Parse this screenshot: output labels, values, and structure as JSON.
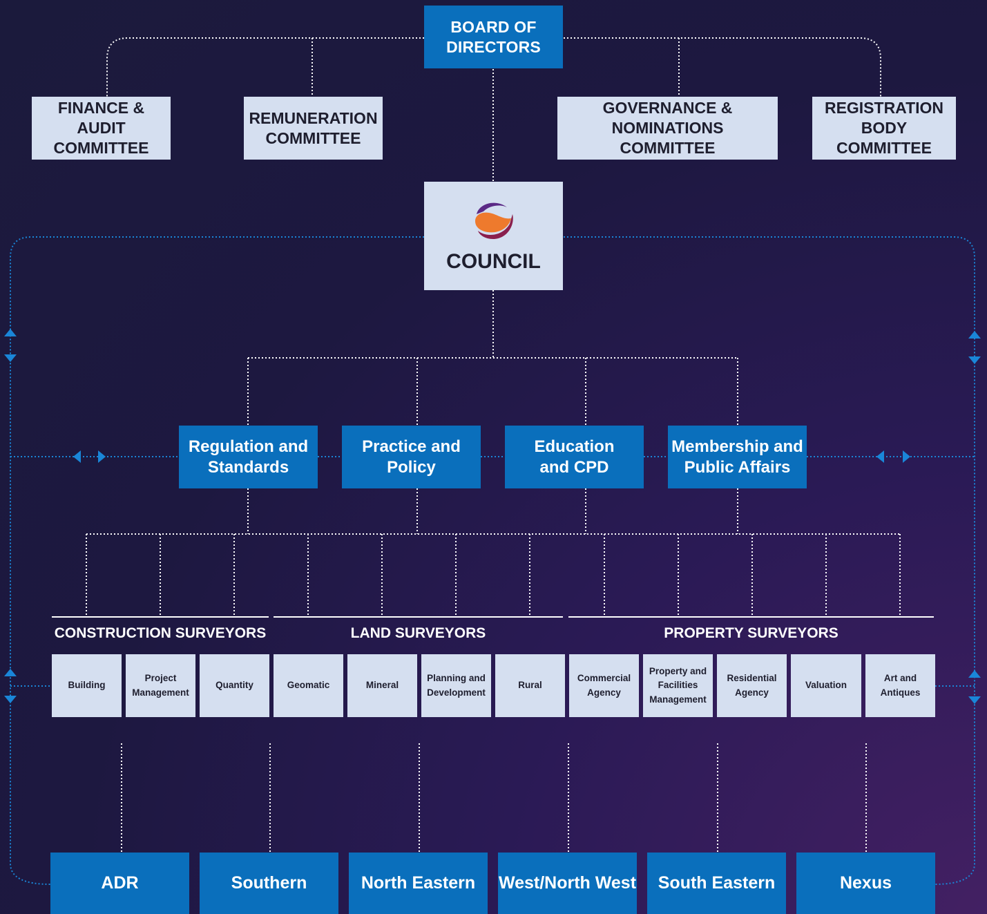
{
  "board": {
    "label": "BOARD OF\nDIRECTORS"
  },
  "committees": [
    {
      "label": "FINANCE & AUDIT\nCOMMITTEE"
    },
    {
      "label": "REMUNERATION\nCOMMITTEE"
    },
    {
      "label": "GOVERNANCE & NOMINATIONS\nCOMMITTEE"
    },
    {
      "label": "REGISTRATION\nBODY COMMITTEE"
    }
  ],
  "council": {
    "label": "COUNCIL",
    "logo_icon": "ring-logo-icon"
  },
  "departments": [
    {
      "label": "Regulation and\nStandards"
    },
    {
      "label": "Practice and\nPolicy"
    },
    {
      "label": "Education\nand CPD"
    },
    {
      "label": "Membership and\nPublic Affairs"
    }
  ],
  "groups": [
    {
      "title": "CONSTRUCTION SURVEYORS"
    },
    {
      "title": "LAND SURVEYORS"
    },
    {
      "title": "PROPERTY SURVEYORS"
    }
  ],
  "specialisms": [
    {
      "label": "Building"
    },
    {
      "label": "Project\nManagement"
    },
    {
      "label": "Quantity"
    },
    {
      "label": "Geomatic"
    },
    {
      "label": "Mineral"
    },
    {
      "label": "Planning and\nDevelopment"
    },
    {
      "label": "Rural"
    },
    {
      "label": "Commercial\nAgency"
    },
    {
      "label": "Property and\nFacilities\nManagement"
    },
    {
      "label": "Residential\nAgency"
    },
    {
      "label": "Valuation"
    },
    {
      "label": "Art and\nAntiques"
    }
  ],
  "regions": [
    {
      "label": "ADR"
    },
    {
      "label": "Southern"
    },
    {
      "label": "North Eastern"
    },
    {
      "label": "West/North West"
    },
    {
      "label": "South Eastern"
    },
    {
      "label": "Nexus"
    }
  ],
  "colors": {
    "background": "#1d1840",
    "blue_box": "#0a6fbc",
    "light_box": "#d5dff0",
    "white_connector": "#ffffff",
    "blue_connector": "#1a86d8"
  }
}
